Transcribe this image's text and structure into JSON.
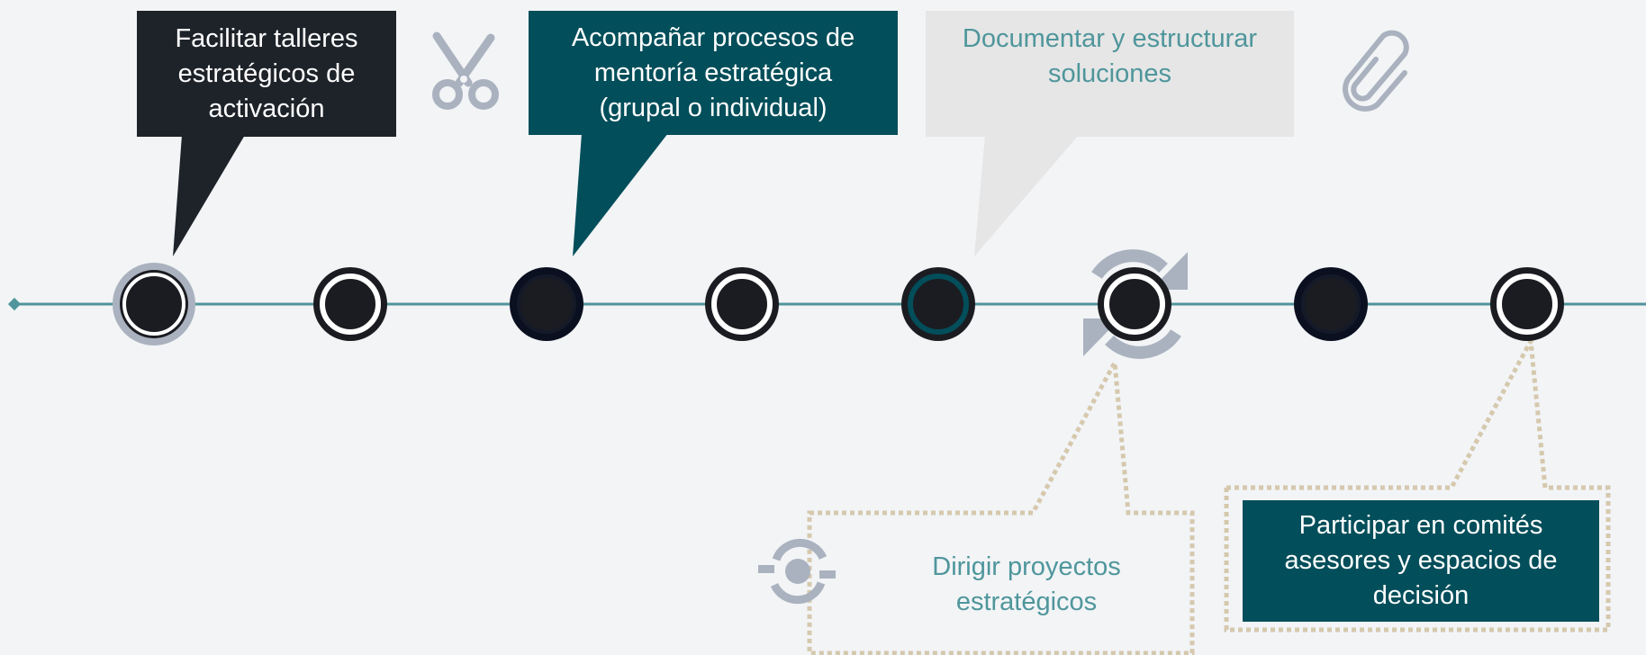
{
  "colors": {
    "background": "#f2f4f6",
    "timeline": "#4f959b",
    "dark": "#1e232a",
    "teal": "#024e5a",
    "light_gray": "#e6e6e6",
    "teal_text": "#4f969c",
    "icon_gray": "#aab2bf",
    "dotted_tan": "#d6c8ad",
    "node_fill": "#1b1c21"
  },
  "callouts": [
    {
      "id": "facilitar",
      "text": "Facilitar talleres\nestratégicos de\nactivación"
    },
    {
      "id": "acompanar",
      "text": "Acompañar procesos de\nmentoría estratégica\n(grupal o individual)"
    },
    {
      "id": "documentar",
      "text": "Documentar y estructurar\nsoluciones"
    },
    {
      "id": "dirigir",
      "text": "Dirigir proyectos\nestratégicos"
    },
    {
      "id": "participar",
      "text": "Participar en comités\nasesores y espacios de\ndecisión"
    }
  ],
  "icons": {
    "scissors": "scissors-icon",
    "paperclip": "paperclip-icon",
    "refresh": "refresh-arrows-icon",
    "gear": "gear-refresh-icon"
  },
  "timeline": {
    "node_count": 8
  }
}
